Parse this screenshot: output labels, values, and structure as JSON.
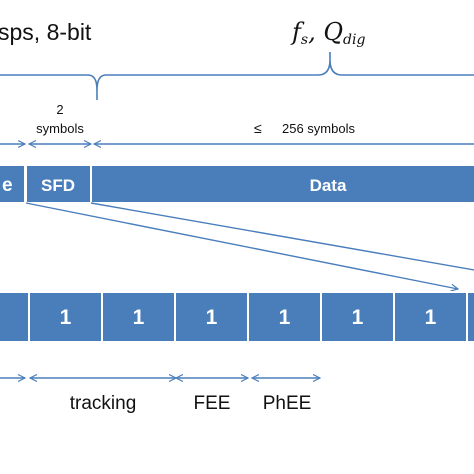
{
  "top": {
    "rate_label": "sps, 8-bit",
    "fs_label": "f",
    "fs_sub": "s",
    "q_label": ", Q",
    "q_sub": "dig"
  },
  "spans": {
    "sfd_count": "2",
    "sfd_unit": "symbols",
    "data_le": "≤",
    "data_text": "256 symbols"
  },
  "frame": {
    "left_cut_label": "e",
    "sfd_label": "SFD",
    "data_label": "Data",
    "color": "#4a7ebb",
    "line_color": "#4a7ebb"
  },
  "symbols": {
    "cells": [
      "1",
      "1",
      "1",
      "1",
      "1",
      "1",
      "1"
    ],
    "color": "#4a7ebb"
  },
  "phases": {
    "tracking": "tracking",
    "fee": "FEE",
    "phee": "PhEE"
  }
}
